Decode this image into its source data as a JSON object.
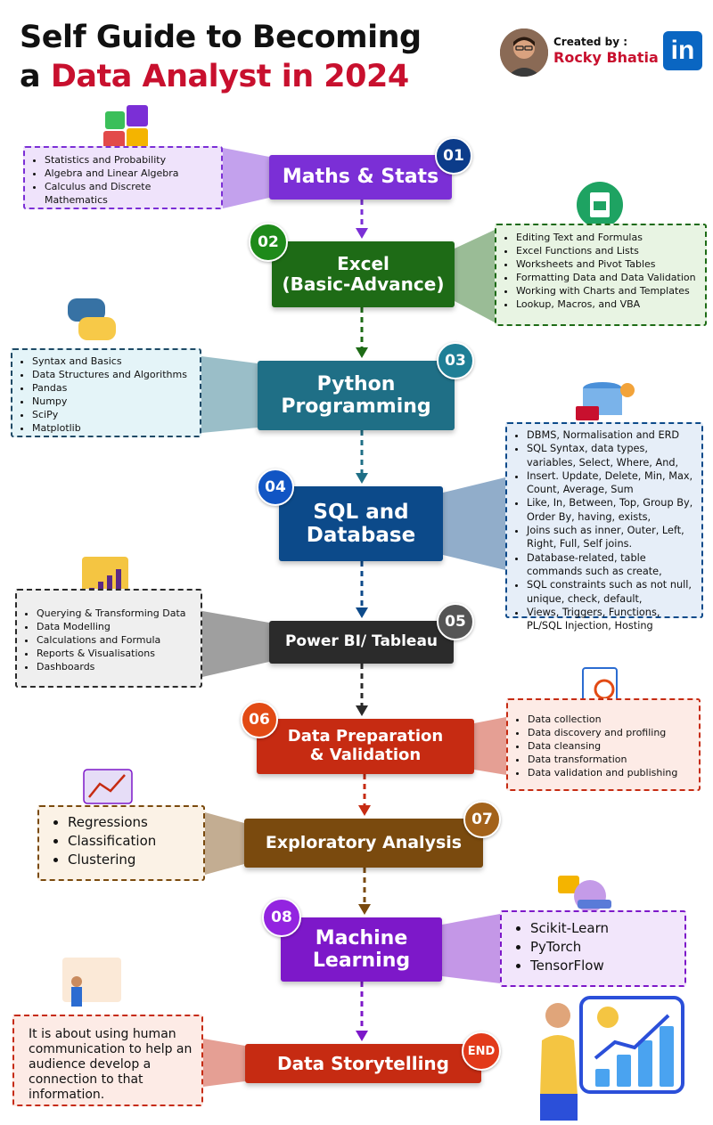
{
  "header": {
    "title_line1": "Self Guide to Becoming",
    "title_line2_a": "a ",
    "title_line2_b": "Data Analyst in 2024",
    "created_by_label": "Created by :",
    "author": "Rocky Bhatia",
    "linkedin_text": "in",
    "colors": {
      "accent": "#c8102e",
      "linkedin": "#0a66c2"
    }
  },
  "steps": [
    {
      "badge": "01",
      "label": "Maths & Stats",
      "color": "#7b2fd6",
      "light": "#efe3fb",
      "items": [
        "Statistics and Probability",
        "Algebra and Linear Algebra",
        "Calculus and Discrete Mathematics"
      ]
    },
    {
      "badge": "02",
      "label_l1": "Excel",
      "label_l2": "(Basic-Advance)",
      "color": "#1e6b16",
      "light": "#e8f4e3",
      "items": [
        "Editing Text and Formulas",
        "Excel Functions and Lists",
        "Worksheets and Pivot Tables",
        "Formatting Data and Data Validation",
        "Working with Charts and Templates",
        "Lookup, Macros, and VBA"
      ]
    },
    {
      "badge": "03",
      "label_l1": "Python",
      "label_l2": "Programming",
      "color": "#1f6f86",
      "light": "#e4f4f8",
      "items": [
        "Syntax and Basics",
        "Data Structures and Algorithms",
        "Pandas",
        "Numpy",
        "SciPy",
        "Matplotlib"
      ]
    },
    {
      "badge": "04",
      "label_l1": "SQL and",
      "label_l2": "Database",
      "color": "#0c4a8a",
      "light": "#e6eef8",
      "items": [
        "DBMS, Normalisation and ERD",
        "SQL Syntax, data types, variables, Select, Where, And,",
        "Insert. Update, Delete, Min, Max, Count, Average, Sum",
        "Like, In, Between, Top, Group By, Order By, having, exists,",
        "Joins such as inner, Outer, Left, Right, Full, Self joins.",
        "Database-related, table commands such as create,",
        "SQL constraints such as not null, unique, check, default,",
        "Views, Triggers, Functions, PL/SQL Injection, Hosting"
      ]
    },
    {
      "badge": "05",
      "label": "Power BI/ Tableau",
      "color": "#2b2b2b",
      "light": "#efefef",
      "items": [
        "Querying & Transforming Data",
        "Data Modelling",
        "Calculations and Formula",
        "Reports & Visualisations",
        "Dashboards"
      ]
    },
    {
      "badge": "06",
      "label_l1": "Data Preparation",
      "label_l2": "& Validation",
      "color": "#c62b12",
      "light": "#fdebe6",
      "items": [
        "Data collection",
        "Data discovery and profiling",
        "Data cleansing",
        "Data transformation",
        "Data validation and publishing"
      ]
    },
    {
      "badge": "07",
      "label": "Exploratory Analysis",
      "color": "#7a4a0e",
      "light": "#fbf2e6",
      "items": [
        "Regressions",
        "Classification",
        "Clustering"
      ]
    },
    {
      "badge": "08",
      "label_l1": "Machine",
      "label_l2": "Learning",
      "color": "#7d18c9",
      "light": "#f2e6fb",
      "items": [
        "Scikit-Learn",
        "PyTorch",
        "TensorFlow"
      ]
    },
    {
      "badge": "END",
      "label": "Data Storytelling",
      "color": "#c62b12",
      "light": "#fdebe6",
      "text": "It is about using human communication to help an audience develop a connection to that information."
    }
  ],
  "icons": {
    "maths": "calculator-icon",
    "excel": "google-sheets-icon",
    "python": "python-logo-icon",
    "sql": "sql-database-icon",
    "powerbi": "power-bi-icon",
    "prep": "report-magnifier-icon",
    "eda": "chart-analysis-icon",
    "ml": "ai-chip-icon",
    "story": "presenter-icon",
    "growth": "growth-chart-icon"
  }
}
